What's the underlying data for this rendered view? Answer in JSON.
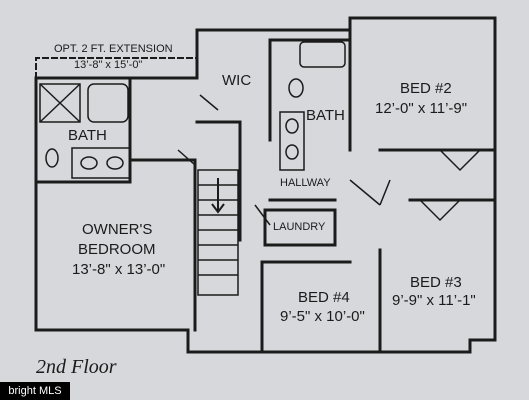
{
  "plan": {
    "extension": {
      "label": "OPT. 2 FT. EXTENSION",
      "dims": "13’-8\" x 15’-0\""
    },
    "rooms": {
      "wic": "WIC",
      "bath_main": "BATH",
      "bath_owner": "BATH",
      "bed2": {
        "name": "BED #2",
        "dims": "12’-0\" x 11’-9\""
      },
      "owner": {
        "name": "OWNER'S",
        "name2": "BEDROOM",
        "dims": "13’-8\" x 13’-0\""
      },
      "hallway": "HALLWAY",
      "laundry": "LAUNDRY",
      "bed4": {
        "name": "BED #4",
        "dims": "9’-5\" x 10’-0\""
      },
      "bed3": {
        "name": "BED #3",
        "dims": "9’-9\" x 11’-1\""
      }
    },
    "floor_title": "2nd Floor",
    "watermark": "bright MLS",
    "colors": {
      "background": "#d6d8dc",
      "walls": "#1b1b1b"
    }
  }
}
